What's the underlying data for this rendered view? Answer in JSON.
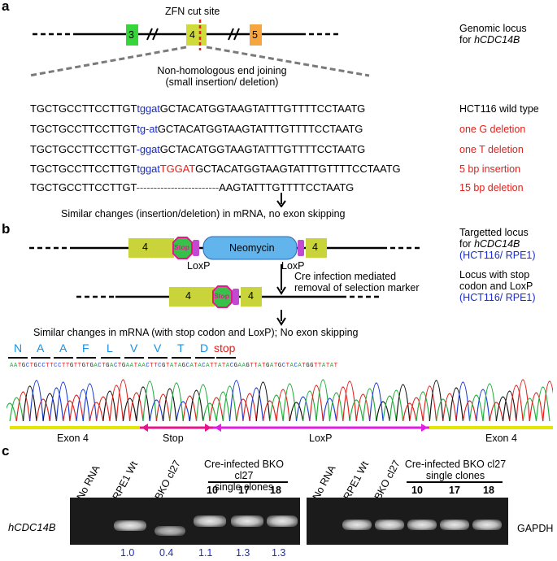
{
  "panel_a": {
    "label": "a",
    "zfn": "ZFN cut site",
    "exons": [
      "3",
      "4",
      "5"
    ],
    "locus_line1": "Genomic locus",
    "locus_line2": "for",
    "locus_gene": "hCDC14B",
    "nhej_line1": "Non-homologous end joining",
    "nhej_line2": "(small insertion/ deletion)",
    "rows": [
      {
        "pre": "TGCTGCCTTCCTTGT",
        "mid": "tggat",
        "mid2": "",
        "post": "GCTACATGGTAAGTATTTGTTTTCCTAATG",
        "label": "HCT116 wild type"
      },
      {
        "pre": "TGCTGCCTTCCTTGT",
        "mid": "tg-at",
        "mid2": "",
        "post": "GCTACATGGTAAGTATTTGTTTTCCTAATG",
        "label": "one G deletion"
      },
      {
        "pre": "TGCTGCCTTCCTTGT",
        "mid": "-ggat",
        "mid2": "",
        "post": "GCTACATGGTAAGTATTTGTTTTCCTAATG",
        "label": "one T deletion"
      },
      {
        "pre": "TGCTGCCTTCCTTGT",
        "mid": "tggat",
        "mid2": "TGGAT",
        "post": "GCTACATGGTAAGTATTTGTTTTCCTAATG",
        "label": "5 bp insertion"
      },
      {
        "pre": "TGCTGCCTTCCTTGT",
        "mid": "",
        "mid2": "------------------------",
        "post": "AAGTATTTGTTTTCCTAATG",
        "label": "15 bp deletion"
      }
    ],
    "summary": "Similar changes (insertion/deletion) in mRNA, no exon skipping"
  },
  "panel_b": {
    "label": "b",
    "exon_left": "4",
    "exon_right": "4",
    "stop": "Stop",
    "neomycin": "Neomycin",
    "loxp1": "LoxP",
    "loxp2": "LoxP",
    "target_line1": "Targetted locus",
    "target_line2": "for",
    "target_gene": "hCDC14B",
    "target_cells": "(HCT116/ RPE1)",
    "cre_line1": "Cre infection mediated",
    "cre_line2": "removal of selection marker",
    "stop_line1": "Locus with stop",
    "stop_line2": "codon and LoxP",
    "stop_cells": "(HCT116/ RPE1)",
    "summary": "Similar changes in mRNA (with stop codon and LoxP); No exon skipping",
    "aa": [
      "N",
      "A",
      "A",
      "F",
      "L",
      "V",
      "V",
      "T",
      "D"
    ],
    "aa_stop": "stop",
    "chromatogram_seq": "AATGCTGCCTTCCTTGTTGTGACTGACTGAATAACTTCGTATAGCATACATTATACGAAGTTATGATGCTACATGGTTATAT",
    "segments": [
      "Exon 4",
      "Stop",
      "LoxP",
      "Exon 4"
    ],
    "colors": {
      "exon": "#e5e600",
      "stop": "#e8148c",
      "loxp": "#e31be6",
      "exon_box": "#c8d43a",
      "neo": "#5fb3ec"
    }
  },
  "panel_c": {
    "label": "c",
    "gene": "hCDC14B",
    "control": "GAPDH",
    "lanes": [
      "No RNA",
      "RPE1 Wt",
      "BKO cl27"
    ],
    "clones_title_line1": "Cre-infected BKO cl27",
    "clones_title_line2": "single clones",
    "clones": [
      "10",
      "17",
      "18"
    ],
    "densities": [
      "1.0",
      "0.4",
      "1.1",
      "1.3",
      "1.3"
    ]
  }
}
